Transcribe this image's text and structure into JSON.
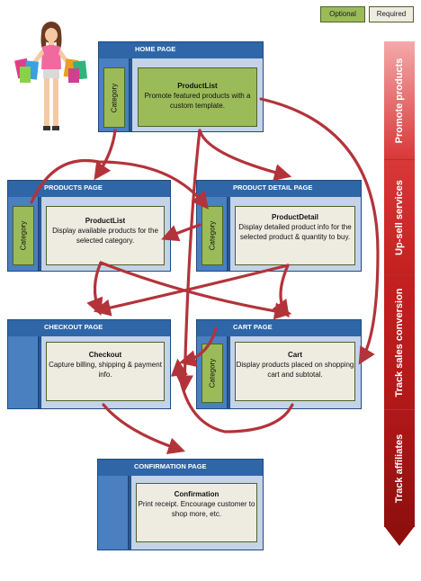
{
  "legend": {
    "optional": "Optional",
    "required": "Required"
  },
  "colors": {
    "optional": "#9bbb59",
    "required": "#eeece1",
    "page_frame": "#2e66a8",
    "arrow": "#b3333a"
  },
  "pages": {
    "home": {
      "title": "HOME PAGE",
      "category": "Category",
      "content_title": "ProductList",
      "content_text": "Promote featured products with a custom template."
    },
    "products": {
      "title": "PRODUCTS PAGE",
      "category": "Category",
      "content_title": "ProductList",
      "content_text": "Display available products for the selected category."
    },
    "detail": {
      "title": "PRODUCT DETAIL PAGE",
      "category": "Category",
      "content_title": "ProductDetail",
      "content_text": "Display detailed product info for the selected product & quantity to buy."
    },
    "checkout": {
      "title": "CHECKOUT PAGE",
      "content_title": "Checkout",
      "content_text": "Capture billing, shipping & payment info."
    },
    "cart": {
      "title": "CART PAGE",
      "category": "Category",
      "content_title": "Cart",
      "content_text": "Display products placed on shopping cart and subtotal."
    },
    "confirmation": {
      "title": "CONFIRMATION PAGE",
      "content_title": "Confirmation",
      "content_text": "Print receipt. Encourage customer to shop more, etc."
    }
  },
  "benefits": [
    "Promote products",
    "Up-sell services",
    "Track sales conversion",
    "Track affiliates"
  ],
  "illustration": {
    "icon": "shopper-with-bags-icon"
  }
}
